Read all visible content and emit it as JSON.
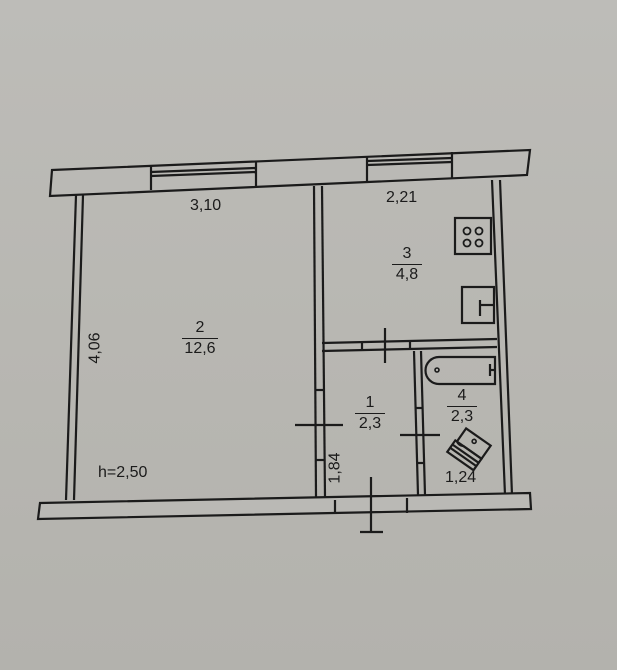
{
  "plan": {
    "ceiling_height": "h=2,50",
    "dimensions": {
      "room2_width": "3,10",
      "room2_length": "4,06",
      "room3_width": "2,21",
      "room1_length": "1,84",
      "room4_width": "1,24"
    },
    "rooms": [
      {
        "number": "1",
        "area": "2,3"
      },
      {
        "number": "2",
        "area": "12,6"
      },
      {
        "number": "3",
        "area": "4,8"
      },
      {
        "number": "4",
        "area": "2,3"
      }
    ],
    "fixtures": [
      "stove-icon",
      "sink-icon",
      "bathtub-icon",
      "toilet-icon"
    ],
    "colors": {
      "ink": "#1b1b1b",
      "paper": "#bab9b5"
    }
  }
}
